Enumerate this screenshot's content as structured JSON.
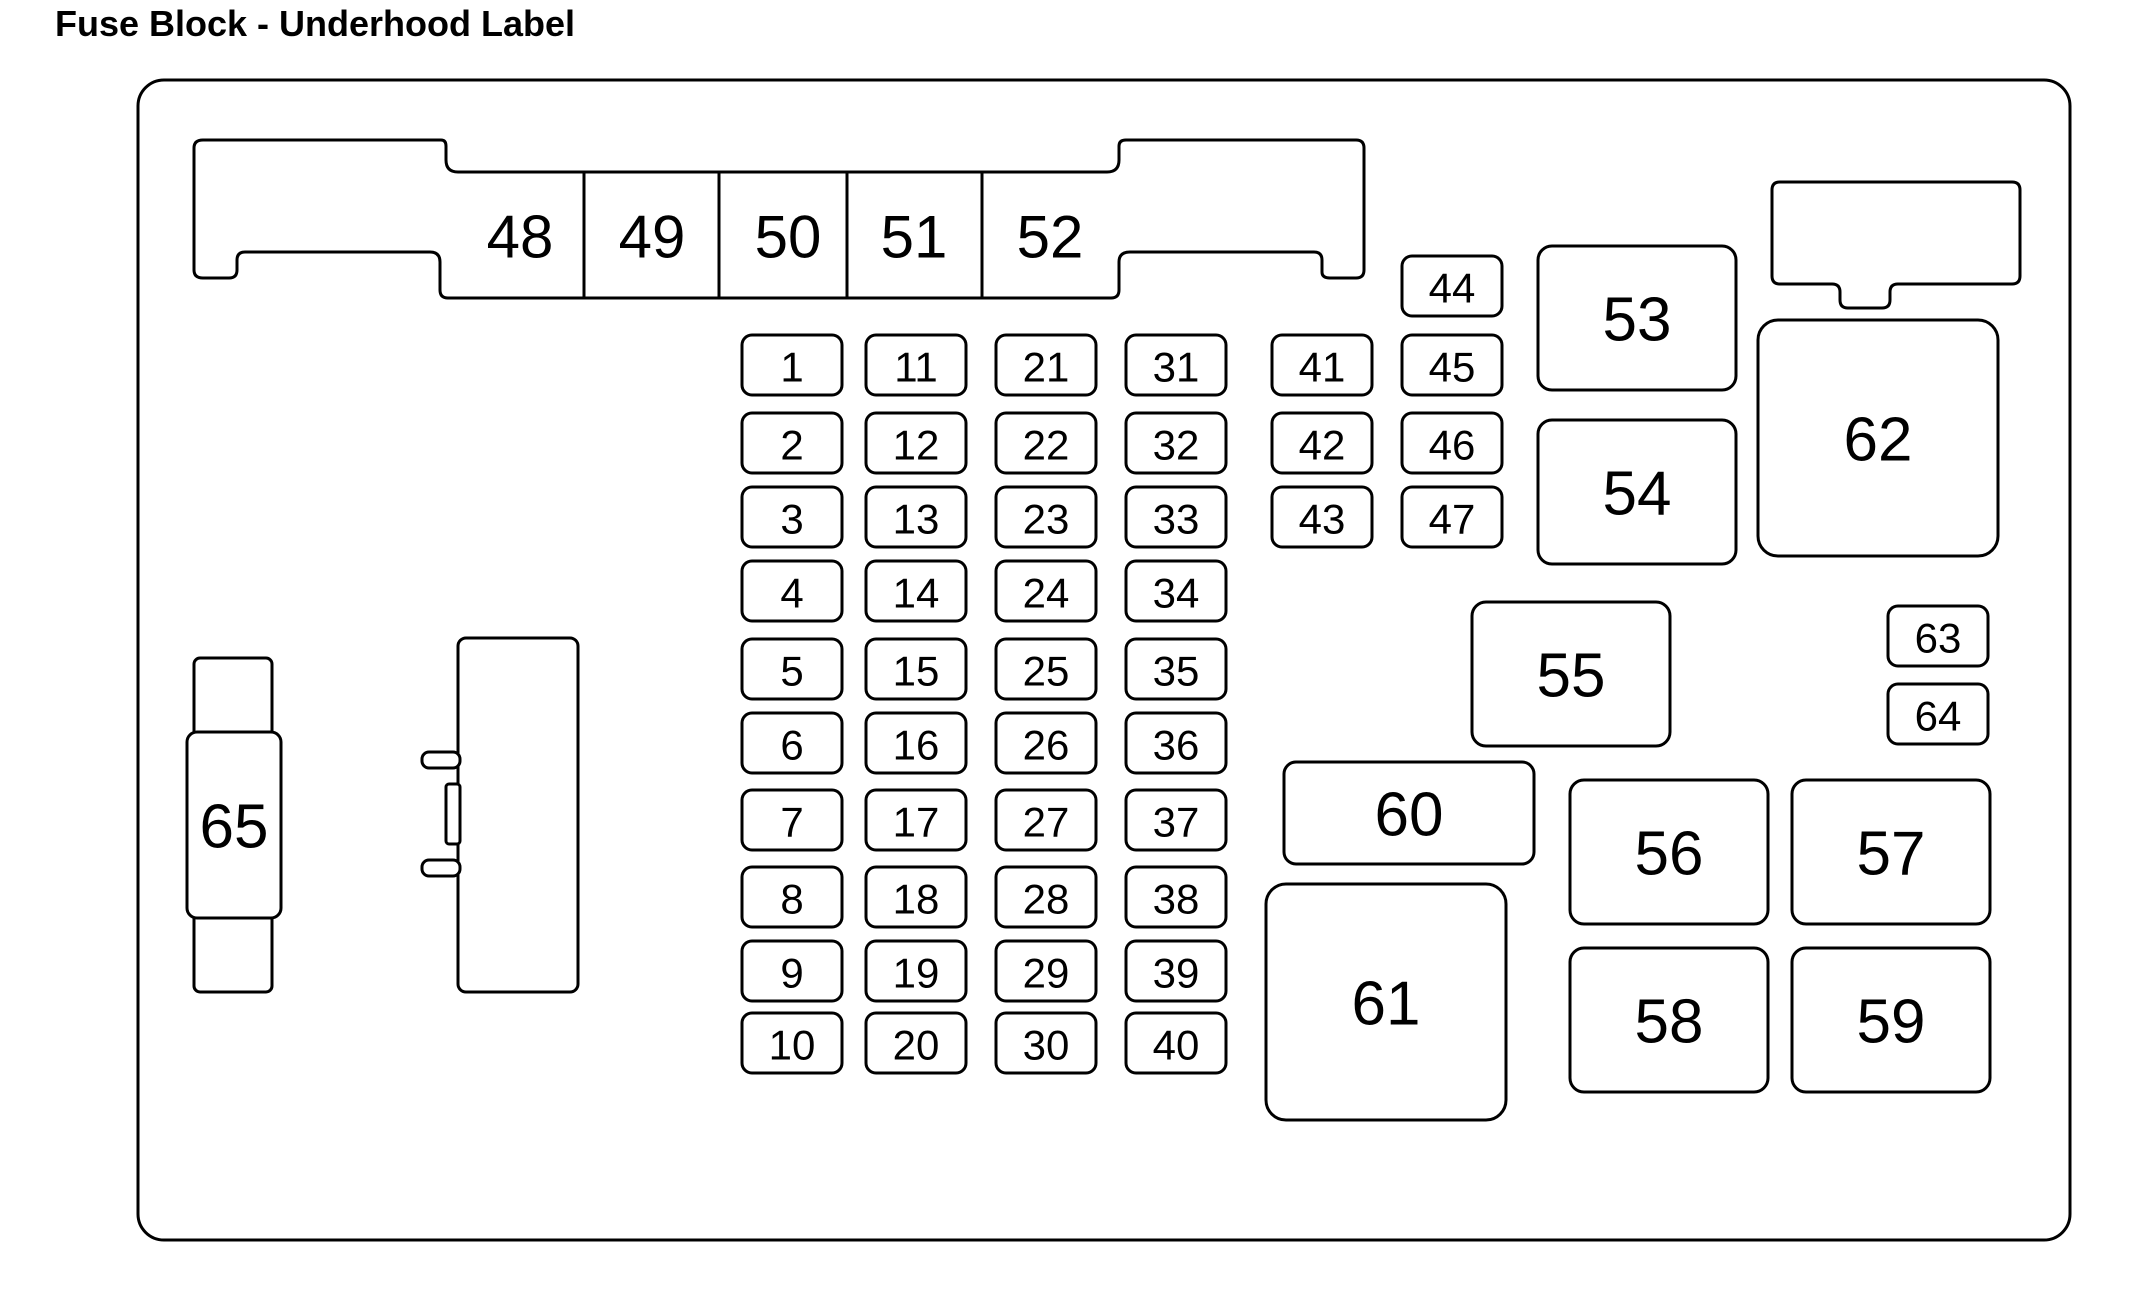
{
  "title": "Fuse Block - Underhood Label",
  "colors": {
    "stroke": "#000000",
    "background": "#ffffff"
  },
  "fuses": [
    {
      "id": "48",
      "label": "48"
    },
    {
      "id": "49",
      "label": "49"
    },
    {
      "id": "50",
      "label": "50"
    },
    {
      "id": "51",
      "label": "51"
    },
    {
      "id": "52",
      "label": "52"
    },
    {
      "id": "1",
      "label": "1"
    },
    {
      "id": "2",
      "label": "2"
    },
    {
      "id": "3",
      "label": "3"
    },
    {
      "id": "4",
      "label": "4"
    },
    {
      "id": "5",
      "label": "5"
    },
    {
      "id": "6",
      "label": "6"
    },
    {
      "id": "7",
      "label": "7"
    },
    {
      "id": "8",
      "label": "8"
    },
    {
      "id": "9",
      "label": "9"
    },
    {
      "id": "10",
      "label": "10"
    },
    {
      "id": "11",
      "label": "11"
    },
    {
      "id": "12",
      "label": "12"
    },
    {
      "id": "13",
      "label": "13"
    },
    {
      "id": "14",
      "label": "14"
    },
    {
      "id": "15",
      "label": "15"
    },
    {
      "id": "16",
      "label": "16"
    },
    {
      "id": "17",
      "label": "17"
    },
    {
      "id": "18",
      "label": "18"
    },
    {
      "id": "19",
      "label": "19"
    },
    {
      "id": "20",
      "label": "20"
    },
    {
      "id": "21",
      "label": "21"
    },
    {
      "id": "22",
      "label": "22"
    },
    {
      "id": "23",
      "label": "23"
    },
    {
      "id": "24",
      "label": "24"
    },
    {
      "id": "25",
      "label": "25"
    },
    {
      "id": "26",
      "label": "26"
    },
    {
      "id": "27",
      "label": "27"
    },
    {
      "id": "28",
      "label": "28"
    },
    {
      "id": "29",
      "label": "29"
    },
    {
      "id": "30",
      "label": "30"
    },
    {
      "id": "31",
      "label": "31"
    },
    {
      "id": "32",
      "label": "32"
    },
    {
      "id": "33",
      "label": "33"
    },
    {
      "id": "34",
      "label": "34"
    },
    {
      "id": "35",
      "label": "35"
    },
    {
      "id": "36",
      "label": "36"
    },
    {
      "id": "37",
      "label": "37"
    },
    {
      "id": "38",
      "label": "38"
    },
    {
      "id": "39",
      "label": "39"
    },
    {
      "id": "40",
      "label": "40"
    },
    {
      "id": "41",
      "label": "41"
    },
    {
      "id": "42",
      "label": "42"
    },
    {
      "id": "43",
      "label": "43"
    },
    {
      "id": "44",
      "label": "44"
    },
    {
      "id": "45",
      "label": "45"
    },
    {
      "id": "46",
      "label": "46"
    },
    {
      "id": "47",
      "label": "47"
    },
    {
      "id": "53",
      "label": "53"
    },
    {
      "id": "54",
      "label": "54"
    },
    {
      "id": "55",
      "label": "55"
    },
    {
      "id": "56",
      "label": "56"
    },
    {
      "id": "57",
      "label": "57"
    },
    {
      "id": "58",
      "label": "58"
    },
    {
      "id": "59",
      "label": "59"
    },
    {
      "id": "60",
      "label": "60"
    },
    {
      "id": "61",
      "label": "61"
    },
    {
      "id": "62",
      "label": "62"
    },
    {
      "id": "63",
      "label": "63"
    },
    {
      "id": "64",
      "label": "64"
    },
    {
      "id": "65",
      "label": "65"
    }
  ]
}
